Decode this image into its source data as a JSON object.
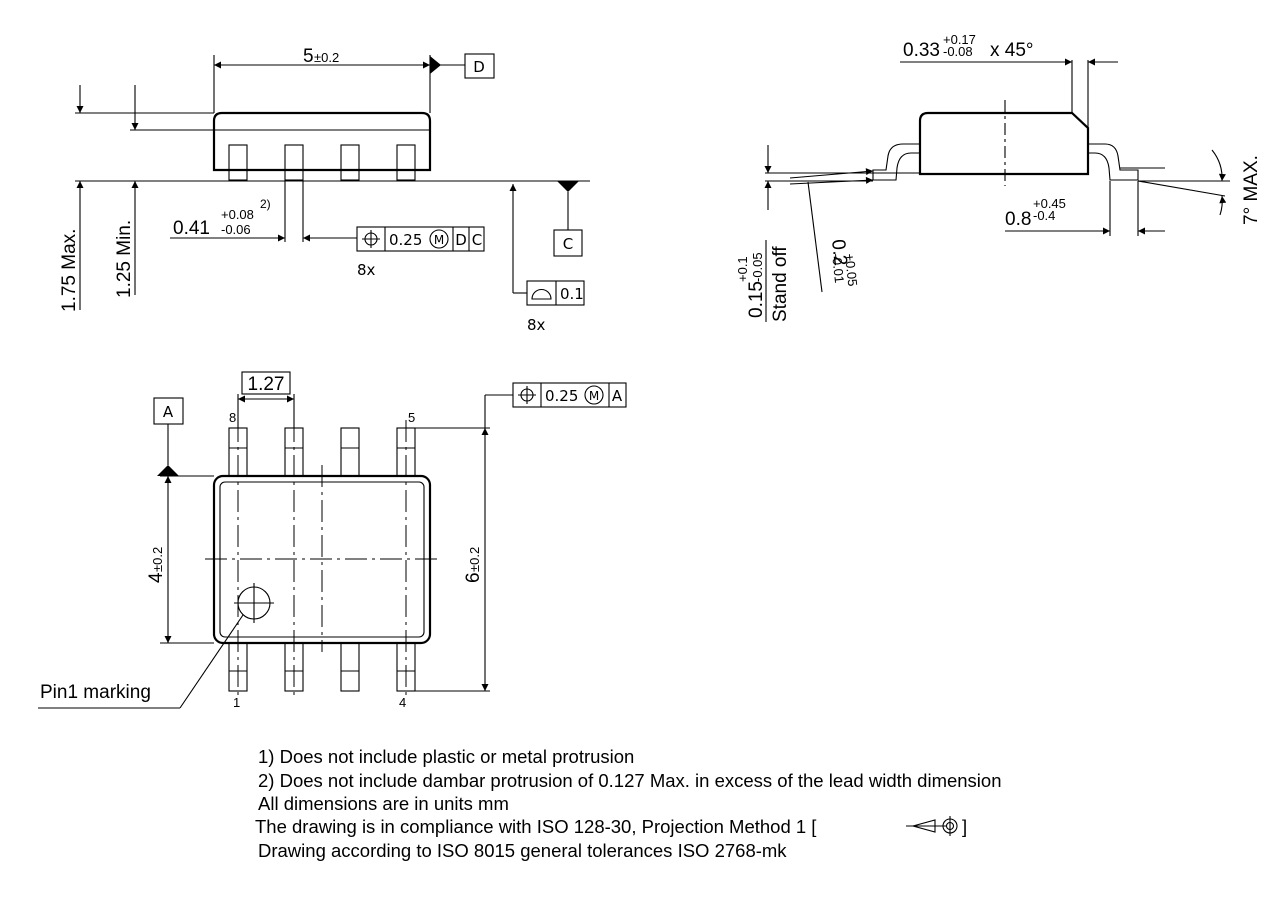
{
  "side_view": {
    "length": "5",
    "length_tol": "±0.2",
    "datum_d": "D",
    "datum_c": "C",
    "height_max": "1.75 Max.",
    "height_min": "1.25 Min.",
    "lead_width": "0.41",
    "lead_width_tol_plus": "+0.08",
    "lead_width_tol_minus": "-0.06",
    "lead_width_note": "2)",
    "position_tol": "0.25",
    "mmc": "M",
    "ref_d": "D",
    "ref_c": "C",
    "count_8x_a": "8x",
    "flatness": "0.1",
    "count_8x_b": "8x"
  },
  "end_view": {
    "chamfer": "0.33",
    "chamfer_tol_plus": "+0.17",
    "chamfer_tol_minus": "-0.08",
    "chamfer_angle": "x 45°",
    "standoff": "0.15",
    "standoff_tol_plus": "+0.1",
    "standoff_tol_minus": "-0.05",
    "standoff_label": "Stand off",
    "lead_thickness": "0.2",
    "lead_thickness_tol_plus": "+0.05",
    "lead_thickness_tol_minus": "-0.01",
    "foot_length": "0.8",
    "foot_tol_plus": "+0.45",
    "foot_tol_minus": "-0.4",
    "angle": "7° MAX."
  },
  "top_view": {
    "pitch": "1.27",
    "datum_a": "A",
    "pin_8": "8",
    "pin_5": "5",
    "pin_1": "1",
    "pin_4": "4",
    "body_width": "4",
    "body_width_tol": "±0.2",
    "span": "6",
    "span_tol": "±0.2",
    "position_tol": "0.25",
    "mmc": "M",
    "ref_a": "A",
    "pin1_label": "Pin1 marking"
  },
  "notes": [
    "1) Does not include plastic or metal protrusion",
    "2) Does not include dambar protrusion of 0.127 Max. in excess of the lead width dimension",
    "All dimensions are in units mm",
    "The drawing is in compliance with ISO 128-30, Projection Method 1 [",
    "]",
    "Drawing according to ISO 8015 general tolerances ISO 2768-mk"
  ]
}
